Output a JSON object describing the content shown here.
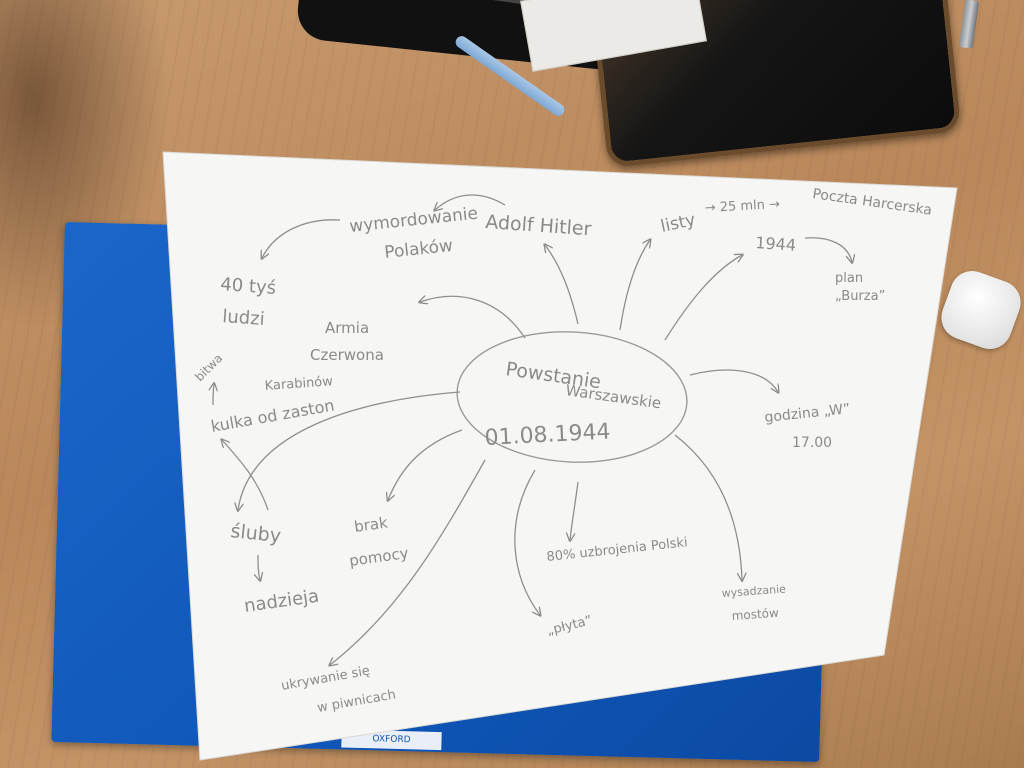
{
  "mindmap": {
    "center": {
      "line1": "Powstanie",
      "line2": "Warszawskie",
      "date": "01.08.1944"
    },
    "nodes": {
      "wymordowanie_1": "wymordowanie",
      "wymordowanie_2": "Polaków",
      "hitler": "Adolf Hitler",
      "listy": "listy",
      "listy_chain": "→ 25 mln →",
      "poczta": "Poczta Harcerska",
      "year": "1944",
      "plan_1": "plan",
      "plan_2": "„Burza”",
      "tys_1": "40 tyś",
      "tys_2": "ludzi",
      "armia_1": "Armia",
      "armia_2": "Czerwona",
      "karabin": "Karabinów",
      "bitwa": "bitwa",
      "kulka": "kulka od zaston",
      "godzina_1": "godzina „W”",
      "godzina_2": "17.00",
      "sluby": "śluby",
      "nadzieja": "nadzieja",
      "brak_1": "brak",
      "brak_2": "pomocy",
      "procent": "80% uzbrojenia Polski",
      "wysadzanie_1": "wysadzanie",
      "wysadzanie_2": "mostów",
      "plyta": "„płyta”",
      "ukrywanie_1": "ukrywanie się",
      "ukrywanie_2": "w piwnicach"
    }
  },
  "objects": {
    "notebook_label": "OXFORD"
  },
  "colors": {
    "desk": "#c08f62",
    "notebook": "#1260c2",
    "paper": "#f6f6f4",
    "pencil": "#8a8a8a"
  }
}
